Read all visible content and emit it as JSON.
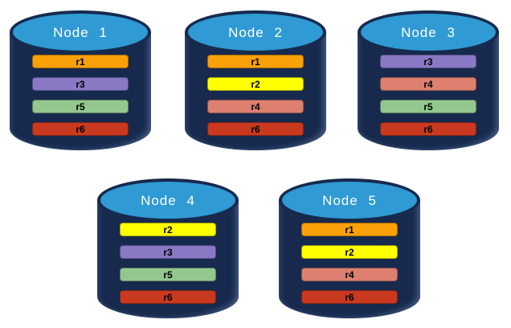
{
  "diagram": {
    "background_color": "#ffffff",
    "node_top_color": "#2f9ad3",
    "node_body_color": "#172a4e",
    "node_title_text_color": "#ffffff",
    "bar_text_color": "#000000",
    "replica_colors": {
      "r1": "#fba108",
      "r2": "#ffff00",
      "r3": "#8979c5",
      "r4": "#dd8070",
      "r5": "#93c78e",
      "r6": "#c8391f"
    },
    "nodes": [
      {
        "title": "Node 1",
        "replicas": [
          {
            "id": "r1",
            "label": "r1",
            "color": "#fba108"
          },
          {
            "id": "r3",
            "label": "r3",
            "color": "#8979c5"
          },
          {
            "id": "r5",
            "label": "r5",
            "color": "#93c78e"
          },
          {
            "id": "r6",
            "label": "r6",
            "color": "#c8391f"
          }
        ]
      },
      {
        "title": "Node 2",
        "replicas": [
          {
            "id": "r1",
            "label": "r1",
            "color": "#fba108"
          },
          {
            "id": "r2",
            "label": "r2",
            "color": "#ffff00"
          },
          {
            "id": "r4",
            "label": "r4",
            "color": "#dd8070"
          },
          {
            "id": "r6",
            "label": "r6",
            "color": "#c8391f"
          }
        ]
      },
      {
        "title": "Node 3",
        "replicas": [
          {
            "id": "r3",
            "label": "r3",
            "color": "#8979c5"
          },
          {
            "id": "r4",
            "label": "r4",
            "color": "#dd8070"
          },
          {
            "id": "r5",
            "label": "r5",
            "color": "#93c78e"
          },
          {
            "id": "r6",
            "label": "r6",
            "color": "#c8391f"
          }
        ]
      },
      {
        "title": "Node 4",
        "replicas": [
          {
            "id": "r2",
            "label": "r2",
            "color": "#ffff00"
          },
          {
            "id": "r3",
            "label": "r3",
            "color": "#8979c5"
          },
          {
            "id": "r5",
            "label": "r5",
            "color": "#93c78e"
          },
          {
            "id": "r6",
            "label": "r6",
            "color": "#c8391f"
          }
        ]
      },
      {
        "title": "Node 5",
        "replicas": [
          {
            "id": "r1",
            "label": "r1",
            "color": "#fba108"
          },
          {
            "id": "r2",
            "label": "r2",
            "color": "#ffff00"
          },
          {
            "id": "r4",
            "label": "r4",
            "color": "#dd8070"
          },
          {
            "id": "r6",
            "label": "r6",
            "color": "#c8391f"
          }
        ]
      }
    ]
  }
}
